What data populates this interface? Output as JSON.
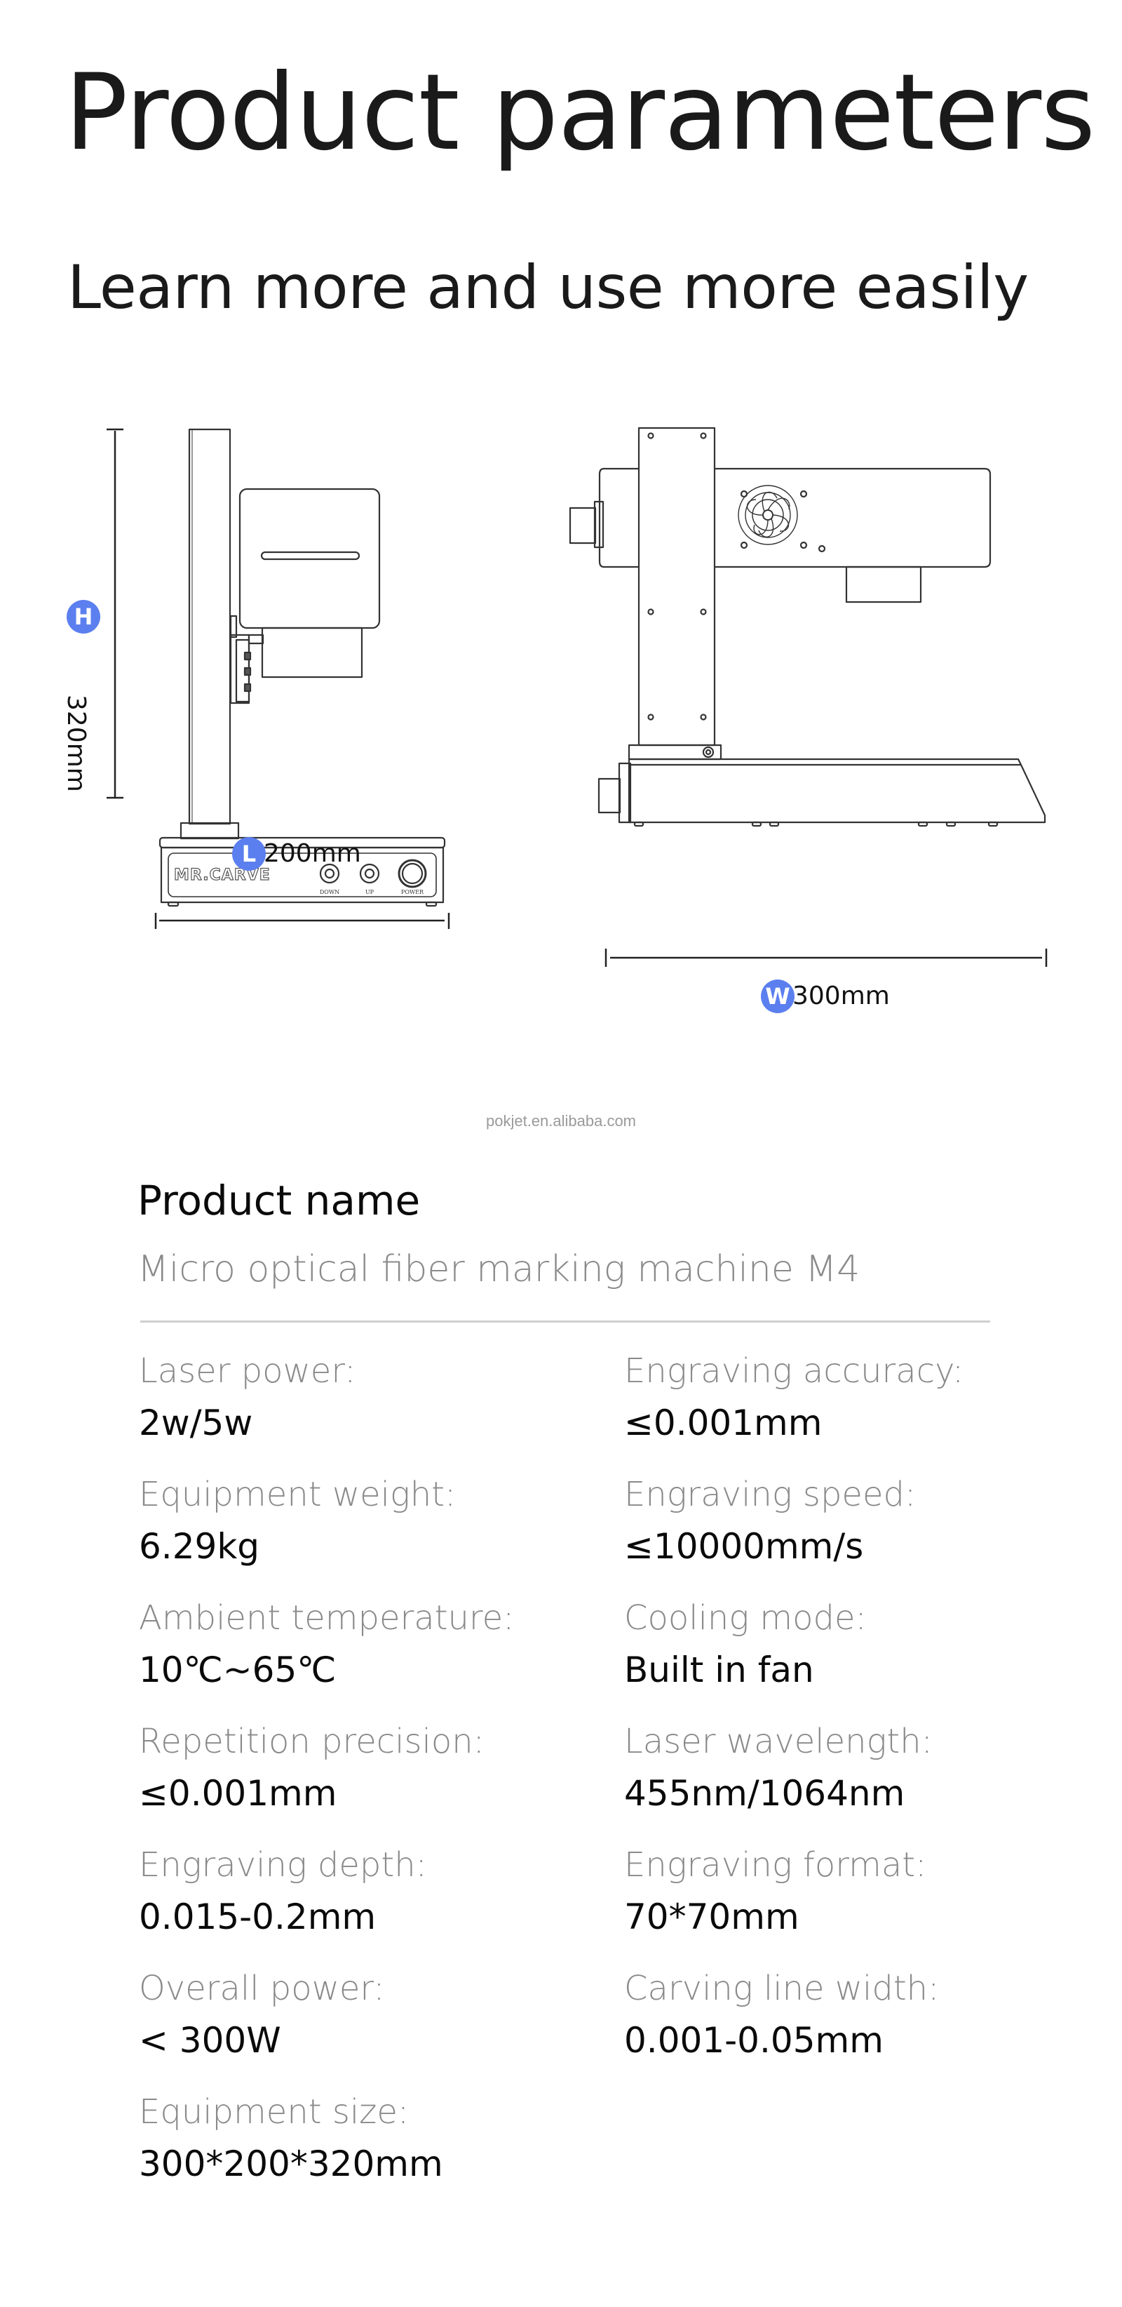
{
  "header": {
    "title": "Product parameters",
    "subtitle": "Learn more and use more easily"
  },
  "dimensions": {
    "accent_color": "#5b7fef",
    "height": {
      "badge": "H",
      "value": "320mm"
    },
    "length": {
      "badge": "L",
      "value": "200mm"
    },
    "width": {
      "badge": "W",
      "value": "300mm"
    },
    "machine_brand": "MR.CARVE",
    "buttons": [
      "DOWN",
      "UP",
      "POWER"
    ]
  },
  "watermark": "pokjet.en.alibaba.com",
  "product": {
    "name_label": "Product name",
    "name_value": "Micro optical fiber marking machine M4"
  },
  "specs": {
    "left": [
      {
        "label": "Laser power:",
        "value": "2w/5w"
      },
      {
        "label": "Equipment weight:",
        "value": "6.29kg"
      },
      {
        "label": "Ambient temperature:",
        "value": "10℃~65℃"
      },
      {
        "label": "Repetition precision:",
        "value": "≤0.001mm"
      },
      {
        "label": "Engraving depth:",
        "value": "0.015-0.2mm"
      },
      {
        "label": "Overall power:",
        "value": "< 300W"
      },
      {
        "label": "Equipment size:",
        "value": "300*200*320mm"
      }
    ],
    "right": [
      {
        "label": "Engraving accuracy:",
        "value": "≤0.001mm"
      },
      {
        "label": "Engraving speed:",
        "value": "≤10000mm/s"
      },
      {
        "label": "Cooling mode:",
        "value": "Built in fan"
      },
      {
        "label": "Laser wavelength:",
        "value": "455nm/1064nm"
      },
      {
        "label": "Engraving format:",
        "value": "70*70mm"
      },
      {
        "label": "Carving line width:",
        "value": "0.001-0.05mm"
      }
    ]
  }
}
